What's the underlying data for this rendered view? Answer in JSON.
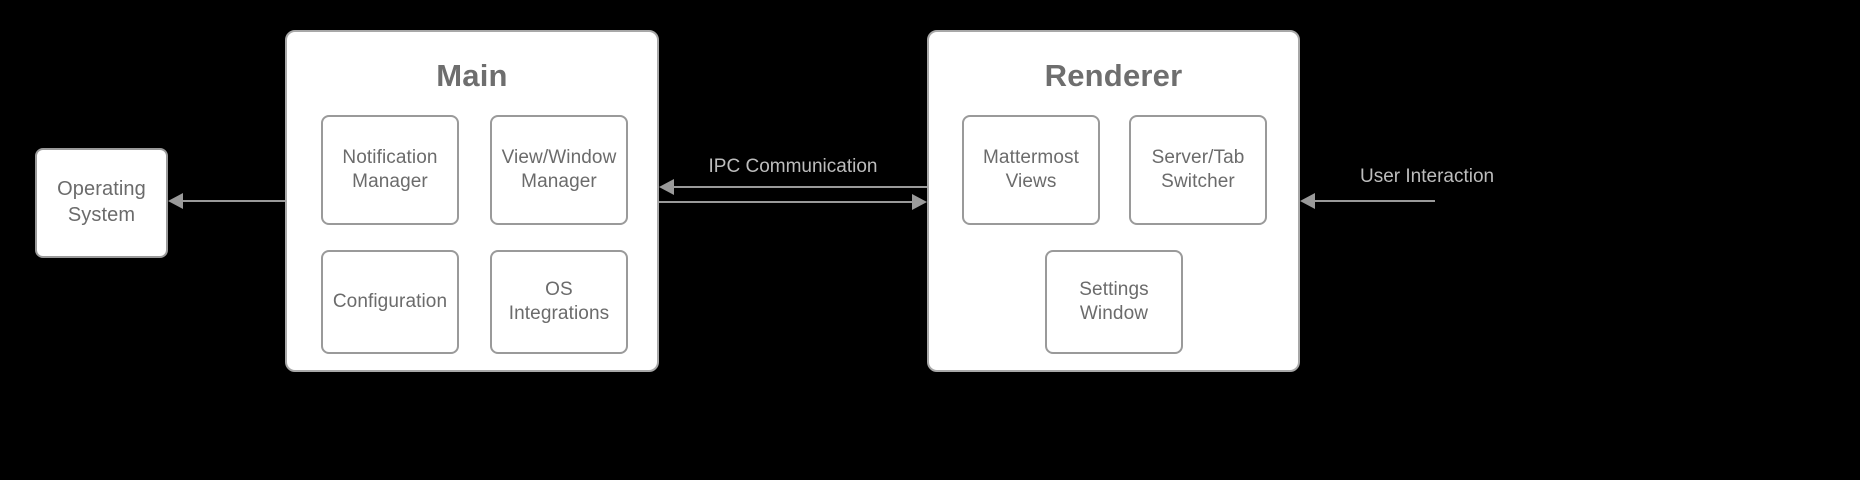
{
  "diagram": {
    "background_color": "#000000",
    "node_fill": "#ffffff",
    "node_border": "#9a9a9a",
    "node_text_color": "#6b6b6b",
    "edge_color": "#9a9a9a",
    "edge_label_color": "#bdbdbd"
  },
  "external": {
    "operating_system": {
      "label": "Operating\nSystem"
    }
  },
  "main_process": {
    "title": "Main",
    "components": [
      {
        "id": "notification-manager",
        "label": "Notification\nManager"
      },
      {
        "id": "view-window-manager",
        "label": "View/Window\nManager"
      },
      {
        "id": "configuration",
        "label": "Configuration"
      },
      {
        "id": "os-integrations",
        "label": "OS\nIntegrations"
      }
    ]
  },
  "renderer_process": {
    "title": "Renderer",
    "components": [
      {
        "id": "mattermost-views",
        "label": "Mattermost\nViews"
      },
      {
        "id": "server-tab-switcher",
        "label": "Server/Tab\nSwitcher"
      },
      {
        "id": "settings-window",
        "label": "Settings\nWindow"
      }
    ]
  },
  "edges": [
    {
      "id": "main-to-os",
      "label": "",
      "from": "Main",
      "to": "Operating System",
      "direction": "left"
    },
    {
      "id": "ipc-communication",
      "label": "IPC Communication",
      "from": "Main",
      "to": "Renderer",
      "direction": "bidirectional"
    },
    {
      "id": "user-interaction",
      "label": "User Interaction",
      "from": "User",
      "to": "Renderer",
      "direction": "left"
    }
  ]
}
